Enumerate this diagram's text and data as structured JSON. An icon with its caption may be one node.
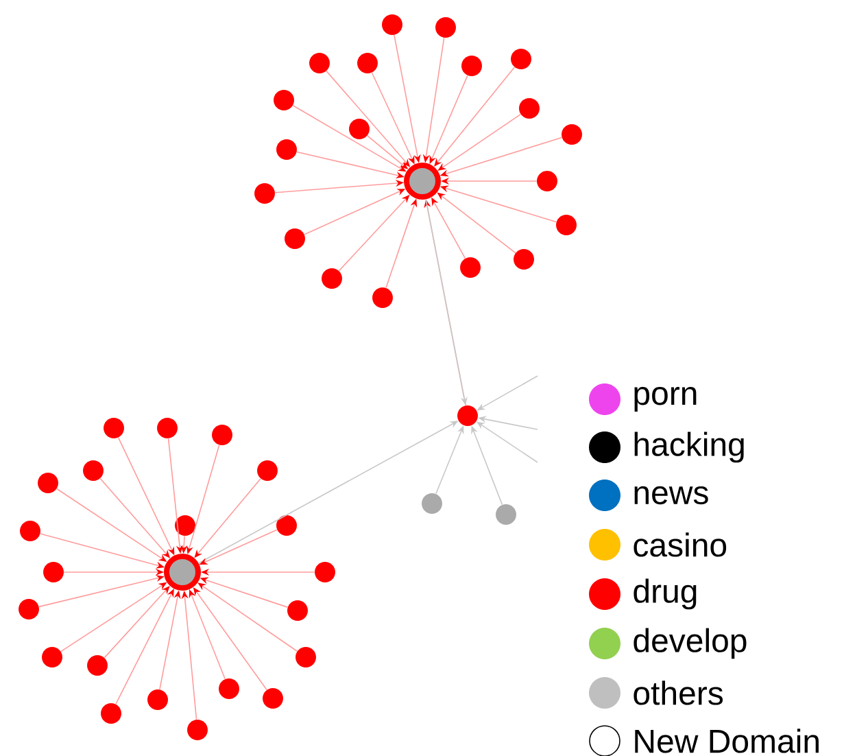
{
  "diagram": {
    "nodes": [
      {
        "text": [],
        "shape": "circle"
      },
      {
        "text": [],
        "shape": "circle"
      },
      {
        "text": [],
        "shape": "circle"
      },
      {
        "text": [],
        "shape": "circle"
      },
      {
        "text": [],
        "shape": "circle"
      },
      {
        "text": [],
        "shape": "circle"
      },
      {
        "text": [],
        "shape": "circle"
      },
      {
        "text": [],
        "shape": "circle"
      },
      {
        "text": [],
        "shape": "circle"
      },
      {
        "text": [],
        "shape": "circle"
      },
      {
        "text": [],
        "shape": "circle"
      },
      {
        "text": [],
        "shape": "circle"
      },
      {
        "text": [],
        "shape": "circle"
      },
      {
        "text": [],
        "shape": "circle"
      },
      {
        "text": [],
        "shape": "circle"
      },
      {
        "text": [],
        "shape": "circle"
      },
      {
        "text": [],
        "shape": "circle"
      },
      {
        "text": [],
        "shape": "circle"
      },
      {
        "text": [],
        "shape": "circle"
      },
      {
        "text": [],
        "shape": "circle"
      },
      {
        "text": [],
        "shape": "circle"
      },
      {
        "text": [],
        "shape": "circle"
      },
      {
        "text": [],
        "shape": "circle"
      },
      {
        "text": [],
        "shape": "circle"
      },
      {
        "text": [],
        "shape": "circle"
      },
      {
        "text": [],
        "shape": "circle"
      },
      {
        "text": [],
        "shape": "circle"
      },
      {
        "text": [],
        "shape": "circle"
      },
      {
        "text": [],
        "shape": "circle"
      },
      {
        "text": [],
        "shape": "circle"
      },
      {
        "text": [],
        "shape": "circle"
      },
      {
        "text": [],
        "shape": "circle"
      },
      {
        "text": [],
        "shape": "circle"
      },
      {
        "text": [],
        "shape": "circle"
      },
      {
        "text": [],
        "shape": "circle"
      },
      {
        "text": [],
        "shape": "circle"
      },
      {
        "text": [],
        "shape": "circle"
      },
      {
        "text": [],
        "shape": "circle"
      },
      {
        "text": [],
        "shape": "circle"
      },
      {
        "text": [],
        "shape": "circle"
      },
      {
        "text": [],
        "shape": "circle"
      },
      {
        "text": [],
        "shape": "circle"
      },
      {
        "text": [],
        "shape": "circle"
      },
      {
        "text": [],
        "shape": "circle"
      },
      {
        "text": [],
        "shape": "circle"
      }
    ],
    "edges": [
      {
        "from": 1,
        "to": 0,
        "arrow": "to"
      },
      {
        "from": 2,
        "to": 0,
        "arrow": "to"
      },
      {
        "from": 3,
        "to": 0,
        "arrow": "to"
      },
      {
        "from": 4,
        "to": 0,
        "arrow": "to"
      },
      {
        "from": 5,
        "to": 0,
        "arrow": "to"
      },
      {
        "from": 6,
        "to": 0,
        "arrow": "to"
      },
      {
        "from": 7,
        "to": 0,
        "arrow": "to"
      },
      {
        "from": 8,
        "to": 0,
        "arrow": "to"
      },
      {
        "from": 9,
        "to": 0,
        "arrow": "to"
      },
      {
        "from": 10,
        "to": 0,
        "arrow": "to"
      },
      {
        "from": 11,
        "to": 0,
        "arrow": "to"
      },
      {
        "from": 12,
        "to": 0,
        "arrow": "to"
      },
      {
        "from": 13,
        "to": 0,
        "arrow": "to"
      },
      {
        "from": 14,
        "to": 0,
        "arrow": "to"
      },
      {
        "from": 15,
        "to": 0,
        "arrow": "to"
      },
      {
        "from": 16,
        "to": 0,
        "arrow": "to"
      },
      {
        "from": 17,
        "to": 0,
        "arrow": "to"
      },
      {
        "from": 18,
        "to": 0,
        "arrow": "to"
      },
      {
        "from": 19,
        "to": 0,
        "arrow": "to"
      },
      {
        "from": 20,
        "to": 0,
        "arrow": "to"
      },
      {
        "from": 0,
        "to": 20,
        "arrow": "to",
        "color": "#c8c8c8"
      },
      {
        "from": 23,
        "to": 20,
        "arrow": "to",
        "color": "#c8c8c8"
      },
      {
        "from": 21,
        "to": 20,
        "arrow": "to",
        "color": "#c8c8c8"
      },
      {
        "from": 22,
        "to": 20,
        "arrow": "to",
        "color": "#c8c8c8"
      },
      {
        "from": null,
        "to": 20,
        "arrow": "to",
        "color": "#c8c8c8"
      },
      {
        "from": null,
        "to": 20,
        "arrow": "to",
        "color": "#c8c8c8"
      },
      {
        "from": null,
        "to": 20,
        "arrow": "to",
        "color": "#c8c8c8"
      },
      {
        "from": 24,
        "to": 23,
        "arrow": "to"
      },
      {
        "from": 25,
        "to": 23,
        "arrow": "to"
      },
      {
        "from": 26,
        "to": 23,
        "arrow": "to"
      },
      {
        "from": 27,
        "to": 23,
        "arrow": "to"
      },
      {
        "from": 28,
        "to": 23,
        "arrow": "to"
      },
      {
        "from": 29,
        "to": 23,
        "arrow": "to"
      },
      {
        "from": 30,
        "to": 23,
        "arrow": "to"
      },
      {
        "from": 31,
        "to": 23,
        "arrow": "to"
      },
      {
        "from": 32,
        "to": 23,
        "arrow": "to"
      },
      {
        "from": 33,
        "to": 23,
        "arrow": "to"
      },
      {
        "from": 34,
        "to": 23,
        "arrow": "to"
      },
      {
        "from": 35,
        "to": 23,
        "arrow": "to"
      },
      {
        "from": 36,
        "to": 23,
        "arrow": "to"
      },
      {
        "from": 37,
        "to": 23,
        "arrow": "to"
      },
      {
        "from": 38,
        "to": 23,
        "arrow": "to"
      },
      {
        "from": 39,
        "to": 23,
        "arrow": "to"
      },
      {
        "from": 40,
        "to": 23,
        "arrow": "to"
      },
      {
        "from": 41,
        "to": 23,
        "arrow": "to"
      },
      {
        "from": 42,
        "to": 23,
        "arrow": "to"
      },
      {
        "from": 43,
        "to": 23,
        "arrow": "to"
      },
      {
        "from": 44,
        "to": 23,
        "arrow": "to"
      }
    ],
    "legend": [
      {
        "text": "porn",
        "color": "#ee44ee"
      },
      {
        "text": "hacking",
        "color": "#000000"
      },
      {
        "text": "news",
        "color": "#0070c0"
      },
      {
        "text": "casino",
        "color": "#ffc000"
      },
      {
        "text": "drug",
        "color": "#ff0000"
      },
      {
        "text": "develop",
        "color": "#92d050"
      },
      {
        "text": "others",
        "color": "#bfbfbf"
      },
      {
        "text": "New Domain"
      }
    ]
  }
}
